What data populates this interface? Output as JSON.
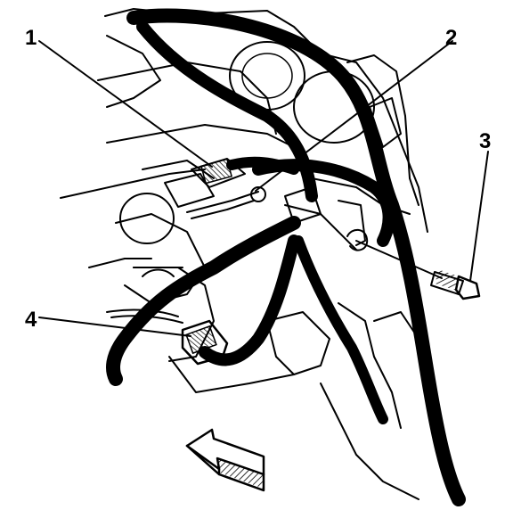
{
  "callouts": [
    {
      "label": "1",
      "meaning": ""
    },
    {
      "label": "2",
      "meaning": ""
    },
    {
      "label": "3",
      "meaning": ""
    },
    {
      "label": "4",
      "meaning": ""
    }
  ]
}
